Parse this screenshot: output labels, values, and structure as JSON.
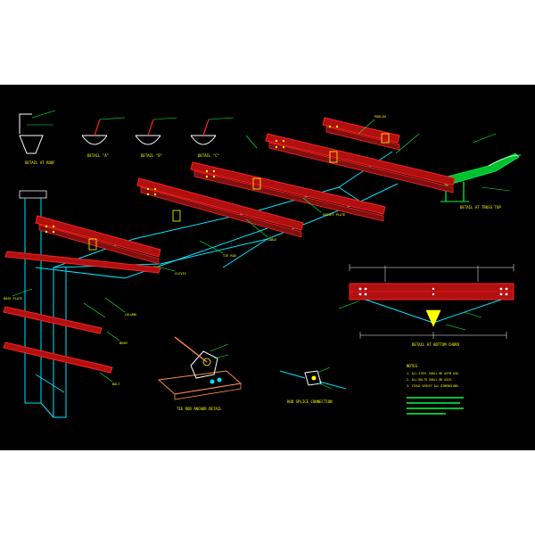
{
  "drawing": {
    "background": "#000000",
    "page_background": "#ffffff",
    "colors": {
      "steel": "#ff2020",
      "steel_fill": "#b01010",
      "cable": "#00e5ff",
      "leader": "#00ff40",
      "label": "#ffff00",
      "dim": "#ff40ff",
      "white": "#ffffff",
      "grey": "#b0b0b0"
    },
    "detail_titles": [
      "DETAIL AT ROOF",
      "DETAIL \"A\"",
      "DETAIL \"B\"",
      "DETAIL \"C\"",
      "DETAIL AT TRUSS TOP",
      "DETAIL AT BOTTOM CHORD",
      "TIE ROD ANCHOR DETAIL",
      "ROD SPLICE CONNECTION",
      "NOTES"
    ],
    "callouts": [
      "PURLIN",
      "GUSSET PLATE",
      "CABLE",
      "TIE ROD",
      "CLEVIS",
      "COLUMN",
      "BASE PLATE",
      "BEAM",
      "BOLT"
    ],
    "notes": [
      "1. ALL STEEL SHALL BE ASTM A36.",
      "2. ALL BOLTS SHALL BE A325.",
      "3. FIELD VERIFY ALL DIMENSIONS."
    ]
  }
}
